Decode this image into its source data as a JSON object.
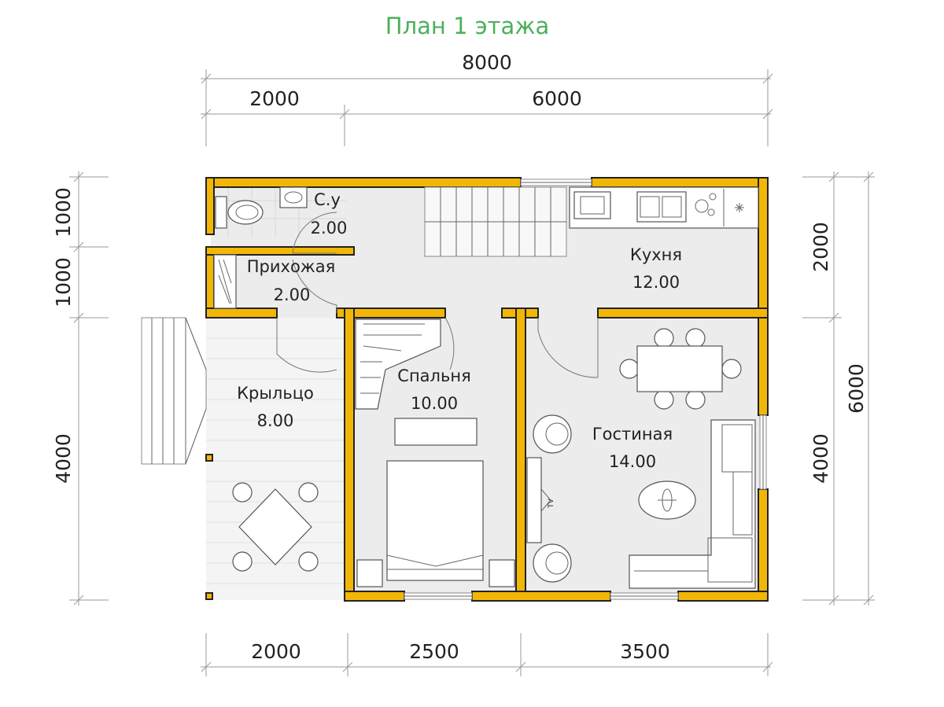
{
  "title": "План 1 этажа",
  "dimensions": {
    "top_total": "8000",
    "top_left": "2000",
    "top_right": "6000",
    "bottom_1": "2000",
    "bottom_2": "2500",
    "bottom_3": "3500",
    "left_1": "1000",
    "left_2": "1000",
    "left_3": "4000",
    "right_1": "2000",
    "right_2": "4000",
    "right_total": "6000"
  },
  "rooms": {
    "su": {
      "name": "С.у",
      "area": "2.00"
    },
    "hallway": {
      "name": "Прихожая",
      "area": "2.00"
    },
    "kitchen": {
      "name": "Кухня",
      "area": "12.00"
    },
    "porch": {
      "name": "Крыльцо",
      "area": "8.00"
    },
    "bedroom": {
      "name": "Спальня",
      "area": "10.00"
    },
    "living": {
      "name": "Гостиная",
      "area": "14.00"
    }
  },
  "tv_label": "TV",
  "colors": {
    "title": "#4cb05a",
    "wall": "#f2b705",
    "floor": "#ececec",
    "porch_deck": "#f4f4f4"
  }
}
